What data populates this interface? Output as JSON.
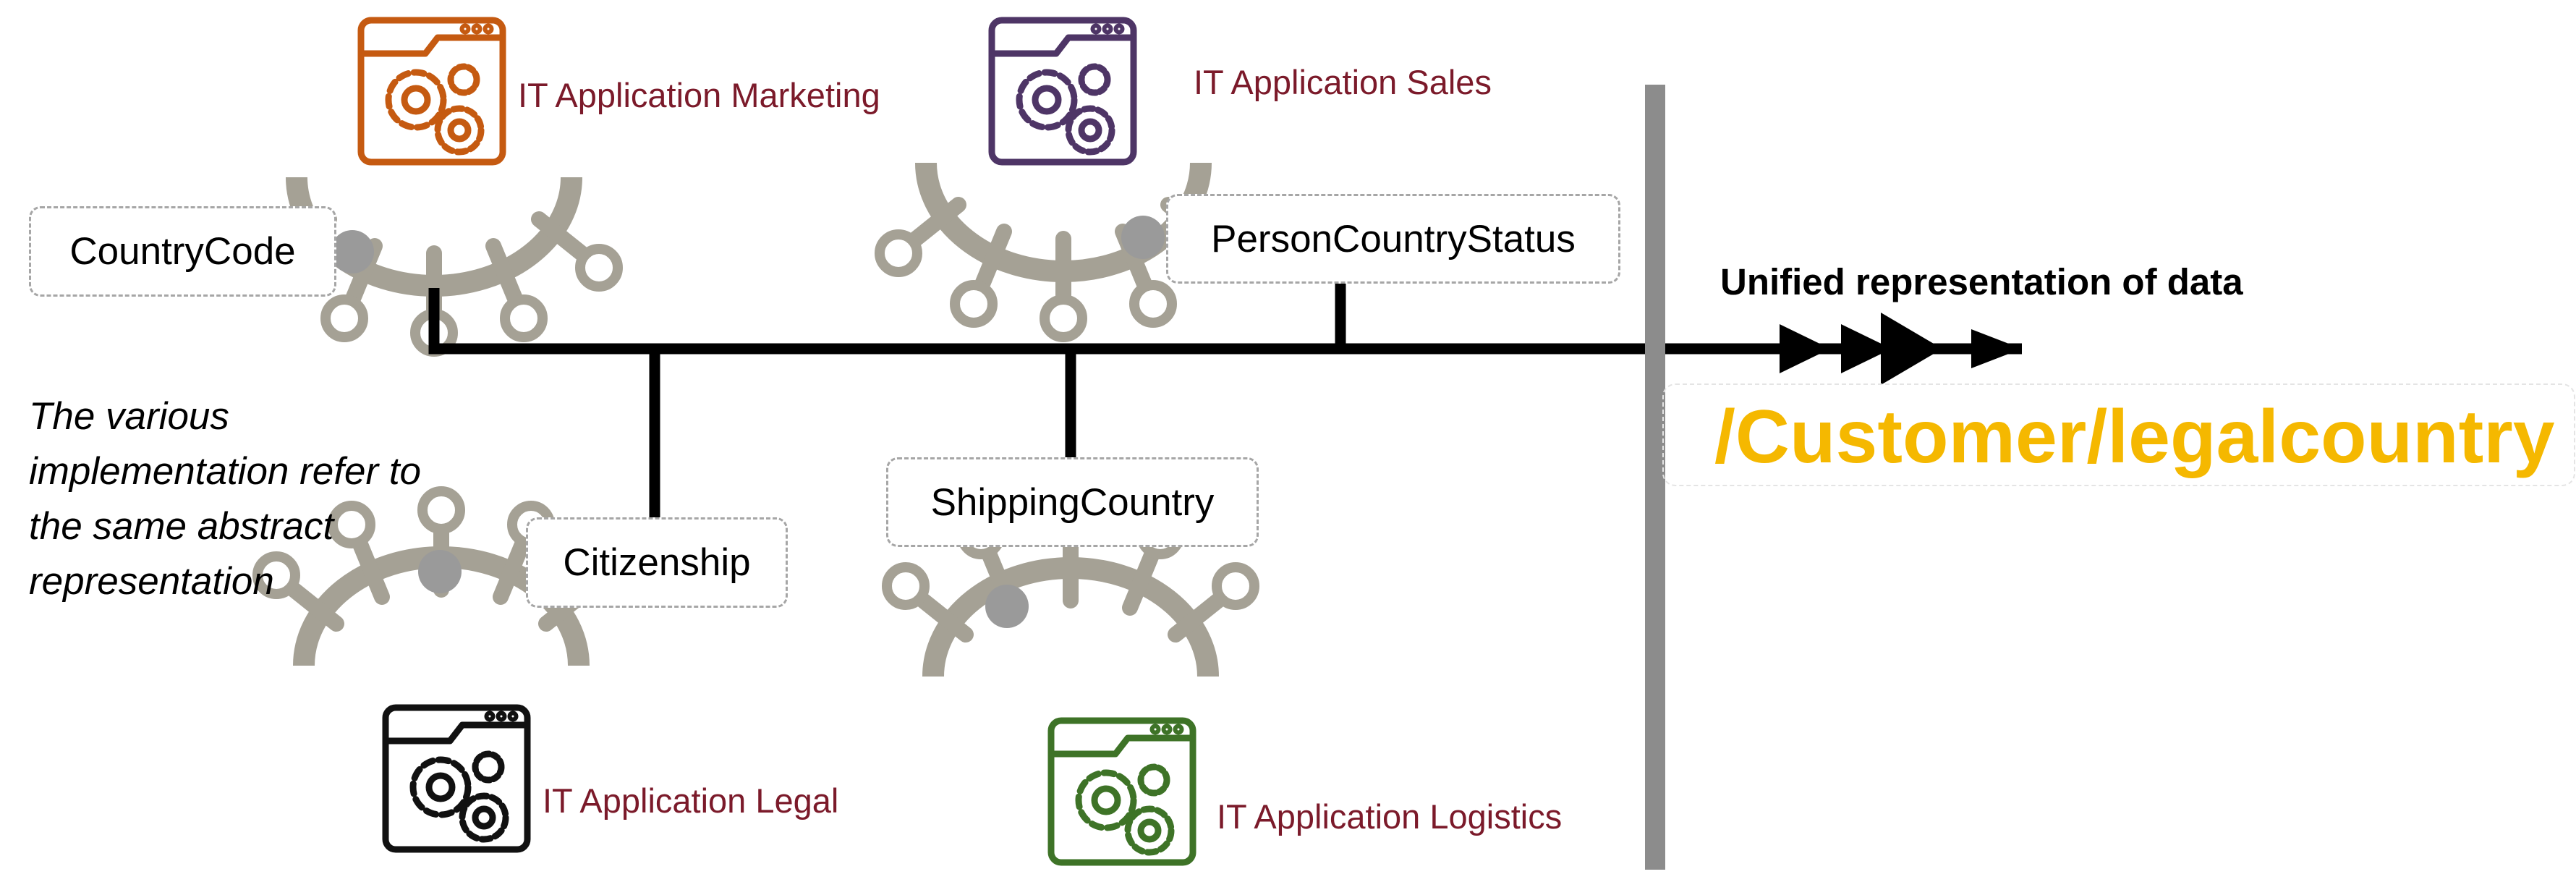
{
  "applications": {
    "marketing": {
      "label": "IT Application Marketing",
      "color": "#c55a11",
      "field": "CountryCode"
    },
    "sales": {
      "label": "IT Application Sales",
      "color": "#4e3566",
      "field": "PersonCountryStatus"
    },
    "legal": {
      "label": "IT Application Legal",
      "color": "#111111",
      "field": "Citizenship"
    },
    "logistics": {
      "label": "IT Application Logistics",
      "color": "#3e7327",
      "field": "ShippingCountry"
    }
  },
  "note": {
    "lines": [
      "The various",
      "implementation refer to",
      "the same abstract",
      "representation"
    ]
  },
  "unified": {
    "title": "Unified representation of data",
    "path": "/Customer/legalcountry",
    "path_color": "#f5b800"
  },
  "colors": {
    "connector": "#000000",
    "divider": "#8c8c8c",
    "hub": "#a5a195",
    "hub_node": "#9a9a9a",
    "label_text": "#7b1a2a"
  },
  "icons": [
    "application-window-gears-icon",
    "data-hub-icon",
    "flow-arrow-icon"
  ]
}
